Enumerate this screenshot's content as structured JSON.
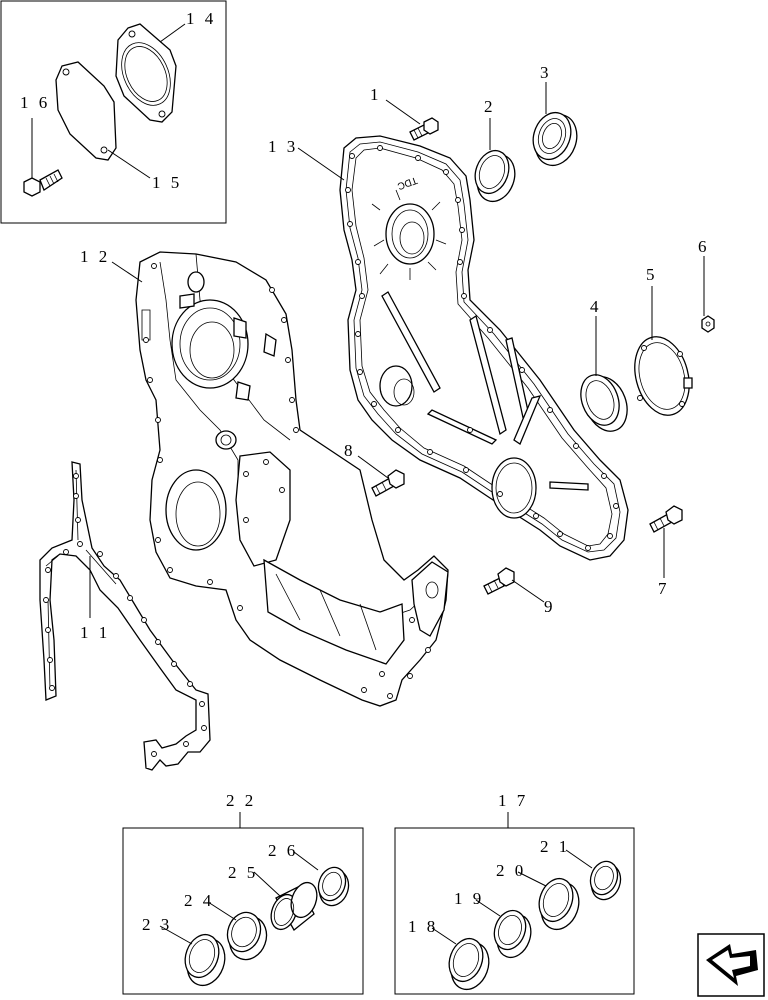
{
  "labels": {
    "l1": "1",
    "l2": "2",
    "l3": "3",
    "l4": "4",
    "l5": "5",
    "l6": "6",
    "l7": "7",
    "l8": "8",
    "l9": "9",
    "l11": "1 1",
    "l12": "1 2",
    "l13": "1 3",
    "l14": "1 4",
    "l15": "1 5",
    "l16": "1 6",
    "l17": "1 7",
    "l18": "1 8",
    "l19": "1 9",
    "l20": "2 0",
    "l21": "2 1",
    "l22": "2 2",
    "l23": "2 3",
    "l24": "2 4",
    "l25": "2 5",
    "l26": "2 6"
  },
  "cover_marking": "TDC",
  "nav_icon": "page-back-arrow-icon"
}
